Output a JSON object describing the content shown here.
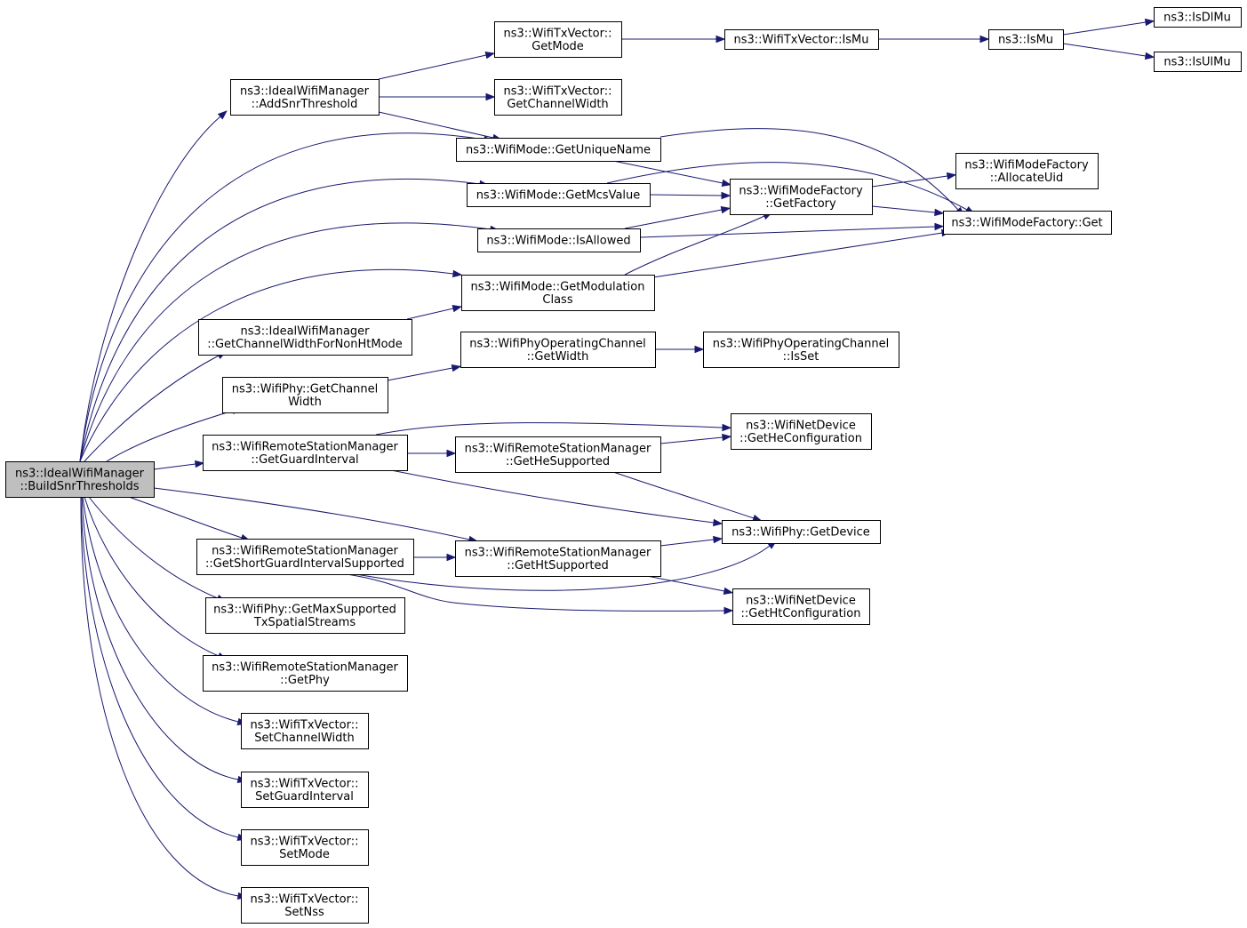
{
  "graph": {
    "root": "BuildSnrThresholds",
    "edge_color": "#191970",
    "root_fill": "#bfbfbf",
    "nodes": [
      {
        "id": "BuildSnrThresholds",
        "lines": [
          "ns3::IdealWifiManager",
          "::BuildSnrThresholds"
        ]
      },
      {
        "id": "AddSnrThreshold",
        "lines": [
          "ns3::IdealWifiManager",
          "::AddSnrThreshold"
        ]
      },
      {
        "id": "TxGetMode",
        "lines": [
          "ns3::WifiTxVector::",
          "GetMode"
        ]
      },
      {
        "id": "TxGetChannelWidth",
        "lines": [
          "ns3::WifiTxVector::",
          "GetChannelWidth"
        ]
      },
      {
        "id": "TxIsMu",
        "lines": [
          "ns3::WifiTxVector::IsMu"
        ]
      },
      {
        "id": "IsMu",
        "lines": [
          "ns3::IsMu"
        ]
      },
      {
        "id": "IsDlMu",
        "lines": [
          "ns3::IsDlMu"
        ]
      },
      {
        "id": "IsUlMu",
        "lines": [
          "ns3::IsUlMu"
        ]
      },
      {
        "id": "GetUniqueName",
        "lines": [
          "ns3::WifiMode::GetUniqueName"
        ]
      },
      {
        "id": "GetMcsValue",
        "lines": [
          "ns3::WifiMode::GetMcsValue"
        ]
      },
      {
        "id": "IsAllowed",
        "lines": [
          "ns3::WifiMode::IsAllowed"
        ]
      },
      {
        "id": "GetModulationClass",
        "lines": [
          "ns3::WifiMode::GetModulation",
          "Class"
        ]
      },
      {
        "id": "GetFactory",
        "lines": [
          "ns3::WifiModeFactory",
          "::GetFactory"
        ]
      },
      {
        "id": "AllocateUid",
        "lines": [
          "ns3::WifiModeFactory",
          "::AllocateUid"
        ]
      },
      {
        "id": "FactoryGet",
        "lines": [
          "ns3::WifiModeFactory::Get"
        ]
      },
      {
        "id": "GetChannelWidthForNonHtMode",
        "lines": [
          "ns3::IdealWifiManager",
          "::GetChannelWidthForNonHtMode"
        ]
      },
      {
        "id": "PhyGetChannelWidth",
        "lines": [
          "ns3::WifiPhy::GetChannel",
          "Width"
        ]
      },
      {
        "id": "OpChGetWidth",
        "lines": [
          "ns3::WifiPhyOperatingChannel",
          "::GetWidth"
        ]
      },
      {
        "id": "OpChIsSet",
        "lines": [
          "ns3::WifiPhyOperatingChannel",
          "::IsSet"
        ]
      },
      {
        "id": "GetGuardInterval",
        "lines": [
          "ns3::WifiRemoteStationManager",
          "::GetGuardInterval"
        ]
      },
      {
        "id": "GetHeSupported",
        "lines": [
          "ns3::WifiRemoteStationManager",
          "::GetHeSupported"
        ]
      },
      {
        "id": "GetHeConfiguration",
        "lines": [
          "ns3::WifiNetDevice",
          "::GetHeConfiguration"
        ]
      },
      {
        "id": "PhyGetDevice",
        "lines": [
          "ns3::WifiPhy::GetDevice"
        ]
      },
      {
        "id": "GetShortGuardIntervalSupported",
        "lines": [
          "ns3::WifiRemoteStationManager",
          "::GetShortGuardIntervalSupported"
        ]
      },
      {
        "id": "GetHtSupported",
        "lines": [
          "ns3::WifiRemoteStationManager",
          "::GetHtSupported"
        ]
      },
      {
        "id": "GetHtConfiguration",
        "lines": [
          "ns3::WifiNetDevice",
          "::GetHtConfiguration"
        ]
      },
      {
        "id": "GetMaxSupportedTxSpatialStreams",
        "lines": [
          "ns3::WifiPhy::GetMaxSupported",
          "TxSpatialStreams"
        ]
      },
      {
        "id": "GetPhy",
        "lines": [
          "ns3::WifiRemoteStationManager",
          "::GetPhy"
        ]
      },
      {
        "id": "SetChannelWidth",
        "lines": [
          "ns3::WifiTxVector::",
          "SetChannelWidth"
        ]
      },
      {
        "id": "SetGuardInterval",
        "lines": [
          "ns3::WifiTxVector::",
          "SetGuardInterval"
        ]
      },
      {
        "id": "SetMode",
        "lines": [
          "ns3::WifiTxVector::",
          "SetMode"
        ]
      },
      {
        "id": "SetNss",
        "lines": [
          "ns3::WifiTxVector::",
          "SetNss"
        ]
      }
    ],
    "edges": [
      [
        "BuildSnrThresholds",
        "AddSnrThreshold"
      ],
      [
        "BuildSnrThresholds",
        "GetUniqueName"
      ],
      [
        "BuildSnrThresholds",
        "GetMcsValue"
      ],
      [
        "BuildSnrThresholds",
        "IsAllowed"
      ],
      [
        "BuildSnrThresholds",
        "GetModulationClass"
      ],
      [
        "BuildSnrThresholds",
        "GetChannelWidthForNonHtMode"
      ],
      [
        "BuildSnrThresholds",
        "PhyGetChannelWidth"
      ],
      [
        "BuildSnrThresholds",
        "GetGuardInterval"
      ],
      [
        "BuildSnrThresholds",
        "GetHtSupported"
      ],
      [
        "BuildSnrThresholds",
        "GetShortGuardIntervalSupported"
      ],
      [
        "BuildSnrThresholds",
        "GetMaxSupportedTxSpatialStreams"
      ],
      [
        "BuildSnrThresholds",
        "GetPhy"
      ],
      [
        "BuildSnrThresholds",
        "SetChannelWidth"
      ],
      [
        "BuildSnrThresholds",
        "SetGuardInterval"
      ],
      [
        "BuildSnrThresholds",
        "SetMode"
      ],
      [
        "BuildSnrThresholds",
        "SetNss"
      ],
      [
        "AddSnrThreshold",
        "TxGetMode"
      ],
      [
        "AddSnrThreshold",
        "TxGetChannelWidth"
      ],
      [
        "AddSnrThreshold",
        "GetUniqueName"
      ],
      [
        "TxGetMode",
        "TxIsMu"
      ],
      [
        "TxIsMu",
        "IsMu"
      ],
      [
        "IsMu",
        "IsDlMu"
      ],
      [
        "IsMu",
        "IsUlMu"
      ],
      [
        "GetUniqueName",
        "GetFactory"
      ],
      [
        "GetUniqueName",
        "FactoryGet"
      ],
      [
        "GetMcsValue",
        "GetFactory"
      ],
      [
        "GetMcsValue",
        "FactoryGet"
      ],
      [
        "IsAllowed",
        "GetFactory"
      ],
      [
        "IsAllowed",
        "FactoryGet"
      ],
      [
        "GetModulationClass",
        "GetFactory"
      ],
      [
        "GetModulationClass",
        "FactoryGet"
      ],
      [
        "GetFactory",
        "AllocateUid"
      ],
      [
        "GetFactory",
        "FactoryGet"
      ],
      [
        "GetChannelWidthForNonHtMode",
        "GetModulationClass"
      ],
      [
        "PhyGetChannelWidth",
        "OpChGetWidth"
      ],
      [
        "OpChGetWidth",
        "OpChIsSet"
      ],
      [
        "GetGuardInterval",
        "GetHeConfiguration"
      ],
      [
        "GetGuardInterval",
        "GetHeSupported"
      ],
      [
        "GetGuardInterval",
        "PhyGetDevice"
      ],
      [
        "GetHeSupported",
        "GetHeConfiguration"
      ],
      [
        "GetHeSupported",
        "PhyGetDevice"
      ],
      [
        "GetShortGuardIntervalSupported",
        "GetHtSupported"
      ],
      [
        "GetShortGuardIntervalSupported",
        "PhyGetDevice"
      ],
      [
        "GetShortGuardIntervalSupported",
        "GetHtConfiguration"
      ],
      [
        "GetHtSupported",
        "PhyGetDevice"
      ],
      [
        "GetHtSupported",
        "GetHtConfiguration"
      ]
    ]
  }
}
